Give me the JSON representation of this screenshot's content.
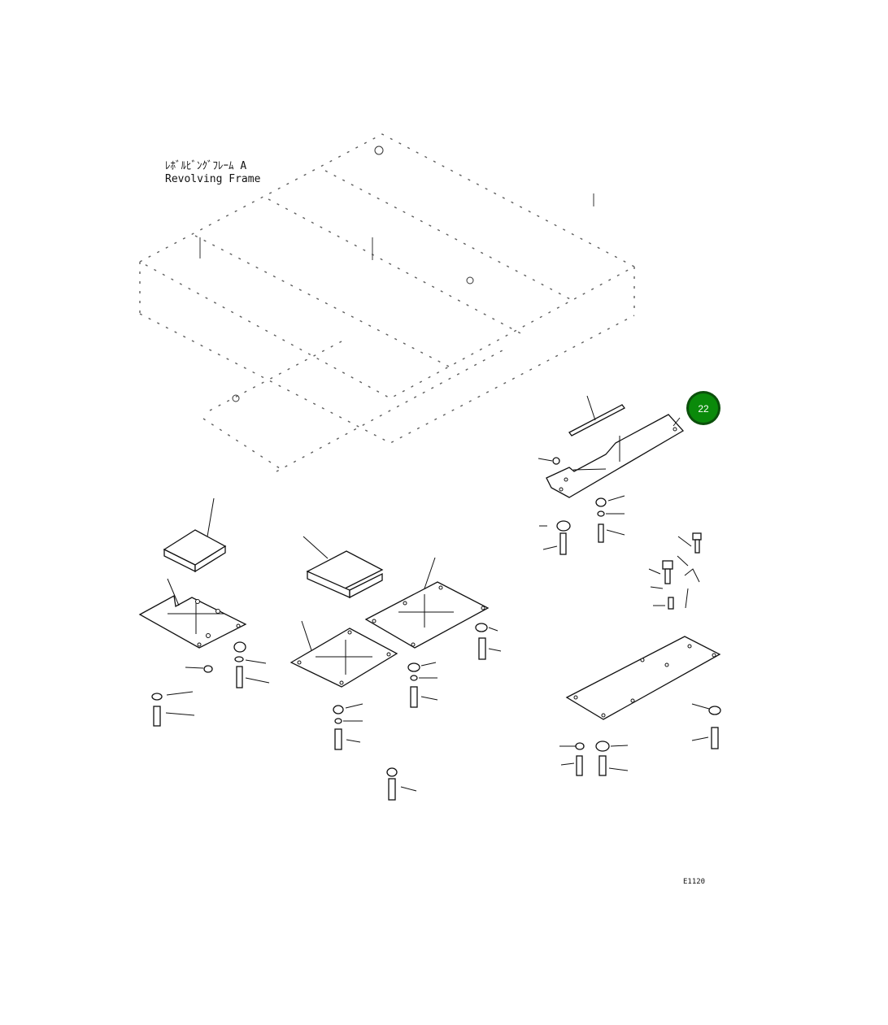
{
  "frame_label": {
    "line1": "ﾚﾎﾞﾙﾋﾞﾝｸﾞﾌﾚｰﾑ A",
    "line2": "Revolving Frame"
  },
  "callout": {
    "number": "22",
    "color": "#0a8a0a",
    "ring_color": "#0b4f0b"
  },
  "footer_code": "E1120"
}
